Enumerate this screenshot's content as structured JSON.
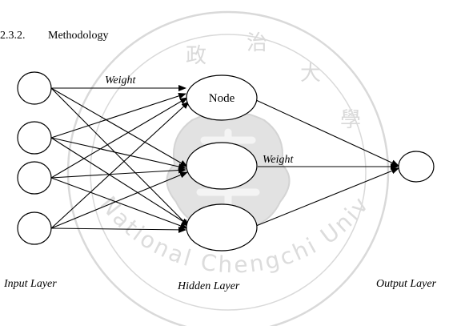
{
  "heading": {
    "number": "2.3.2.",
    "title": "Methodology"
  },
  "layers": {
    "input": {
      "label": "Input Layer",
      "node_count": 4
    },
    "hidden": {
      "label": "Hidden Layer",
      "node_count": 3
    },
    "output": {
      "label": "Output Layer",
      "node_count": 1
    }
  },
  "edge_labels": {
    "input_to_hidden": "Weight",
    "hidden_to_output": "Weight"
  },
  "node_labels": {
    "hidden_top": "Node"
  },
  "watermark": {
    "institution_text": "National Chengchi University",
    "seal_characters": [
      "政",
      "治",
      "大",
      "學"
    ],
    "color": "#d9d9d9"
  },
  "colors": {
    "ink": "#000000",
    "background": "#ffffff"
  }
}
